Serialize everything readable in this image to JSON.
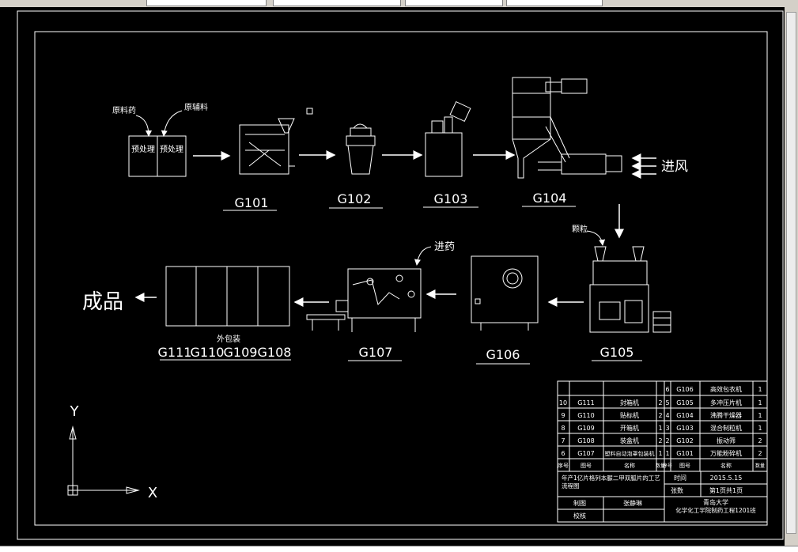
{
  "labels": {
    "raw_drug": "原料药",
    "raw_excipient": "原辅料",
    "pretreat": "预处理",
    "inlet_air": "进风",
    "granule": "颗粒",
    "feed_drug": "进药",
    "outer_pack": "外包装",
    "product": "成品"
  },
  "equipment_codes": [
    "G101",
    "G102",
    "G103",
    "G104",
    "G105",
    "G106",
    "G107",
    "G111",
    "G110",
    "G109",
    "G108"
  ],
  "ucs": {
    "y": "Y",
    "x": "X"
  },
  "title_block": {
    "left_rows": [
      {
        "no": "10",
        "code": "G111",
        "name": "封箱机",
        "qty": "2"
      },
      {
        "no": "9",
        "code": "G110",
        "name": "贴标机",
        "qty": "2"
      },
      {
        "no": "8",
        "code": "G109",
        "name": "开箱机",
        "qty": "1"
      },
      {
        "no": "7",
        "code": "G108",
        "name": "装盒机",
        "qty": "2"
      },
      {
        "no": "6",
        "code": "G107",
        "name": "塑料自动泡罩包装机",
        "qty": "1"
      }
    ],
    "left_header": {
      "no": "序号",
      "code": "图号",
      "name": "名称",
      "qty": "数量"
    },
    "right_rows": [
      {
        "no": "6",
        "code": "G106",
        "name": "高效包衣机",
        "qty": "1"
      },
      {
        "no": "5",
        "code": "G105",
        "name": "多冲压片机",
        "qty": "1"
      },
      {
        "no": "4",
        "code": "G104",
        "name": "沸腾干燥器",
        "qty": "1"
      },
      {
        "no": "3",
        "code": "G103",
        "name": "混合制粒机",
        "qty": "1"
      },
      {
        "no": "2",
        "code": "G102",
        "name": "振动筛",
        "qty": "2"
      },
      {
        "no": "1",
        "code": "G101",
        "name": "万能粉碎机",
        "qty": "2"
      }
    ],
    "right_header": {
      "no": "序号",
      "code": "图号",
      "name": "名称",
      "qty": "数量"
    },
    "drawing_title": "年产1亿片格列本脲二甲双胍片的工艺流程图",
    "time_label": "时间",
    "time_value": "2015.5.15",
    "scale_label": "张数",
    "sheet_value": "第1页共1页",
    "drawer_label": "制图",
    "drawer_value": "张静琳",
    "checker_label": "校核",
    "school": "青岛大学",
    "class": "化学化工学院制药工程1201班"
  }
}
